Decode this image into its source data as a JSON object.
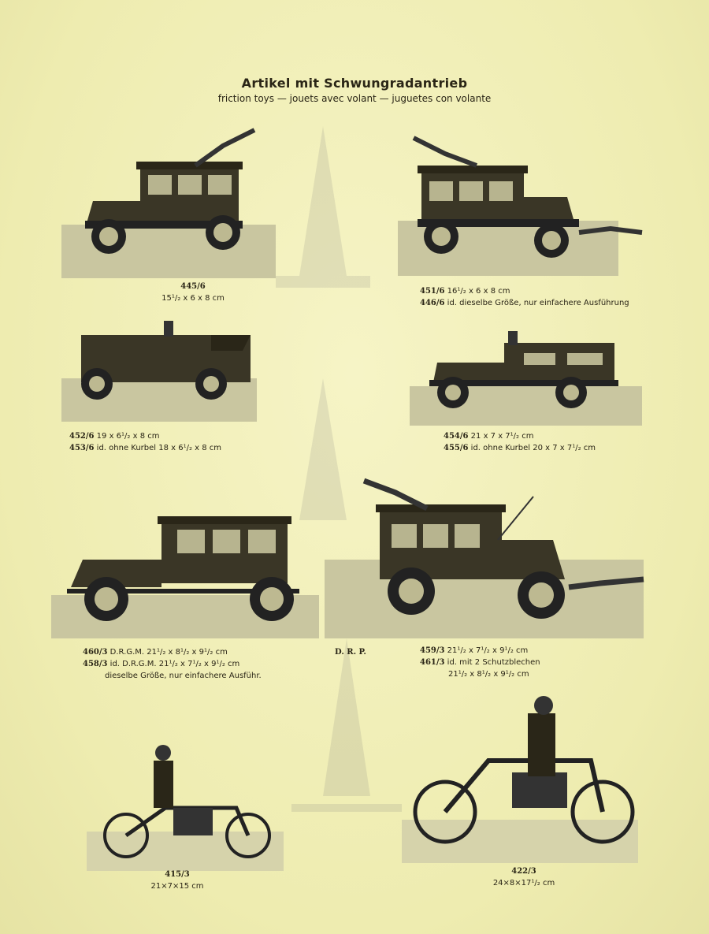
{
  "header": {
    "title": "Artikel mit Schwungradantrieb",
    "subtitle": "friction toys — jouets avec volant — juguetes con volante"
  },
  "items": [
    {
      "lines": [
        {
          "num": "445/6",
          "text": ""
        },
        {
          "num": "",
          "text": "15¹/₂ x 6 x 8 cm"
        }
      ]
    },
    {
      "lines": [
        {
          "num": "451/6",
          "text": "16¹/₂ x 6 x 8 cm"
        },
        {
          "num": "446/6",
          "text": "id. dieselbe Größe, nur einfachere Ausführung"
        }
      ]
    },
    {
      "lines": [
        {
          "num": "452/6",
          "text": "19 x 6¹/₂ x 8 cm"
        },
        {
          "num": "453/6",
          "text": "id. ohne Kurbel 18 x 6¹/₂ x 8 cm"
        }
      ]
    },
    {
      "lines": [
        {
          "num": "454/6",
          "text": "21 x 7 x 7¹/₂ cm"
        },
        {
          "num": "455/6",
          "text": "id. ohne Kurbel 20 x 7 x 7¹/₂ cm"
        }
      ]
    },
    {
      "lines": [
        {
          "num": "460/3",
          "text": "D.R.G.M. 21¹/₂ x 8¹/₂ x 9¹/₂ cm"
        },
        {
          "num": "458/3",
          "text": "id. D.R.G.M. 21¹/₂ x 7¹/₂ x 9¹/₂ cm"
        },
        {
          "num": "",
          "text": "dieselbe Größe, nur einfachere Ausführ."
        }
      ]
    },
    {
      "lines": [
        {
          "num": "459/3",
          "text": "21¹/₂ x 7¹/₂ x 9¹/₂ cm"
        },
        {
          "num": "461/3",
          "text": "id. mit 2 Schutzblechen"
        },
        {
          "num": "",
          "text": "21¹/₂ x 8¹/₂ x 9¹/₂ cm"
        }
      ]
    },
    {
      "lines": [
        {
          "num": "415/3",
          "text": ""
        },
        {
          "num": "",
          "text": "21×7×15 cm"
        }
      ]
    },
    {
      "lines": [
        {
          "num": "422/3",
          "text": ""
        },
        {
          "num": "",
          "text": "24×8×17¹/₂ cm"
        }
      ]
    }
  ],
  "drp": "D. R. P."
}
